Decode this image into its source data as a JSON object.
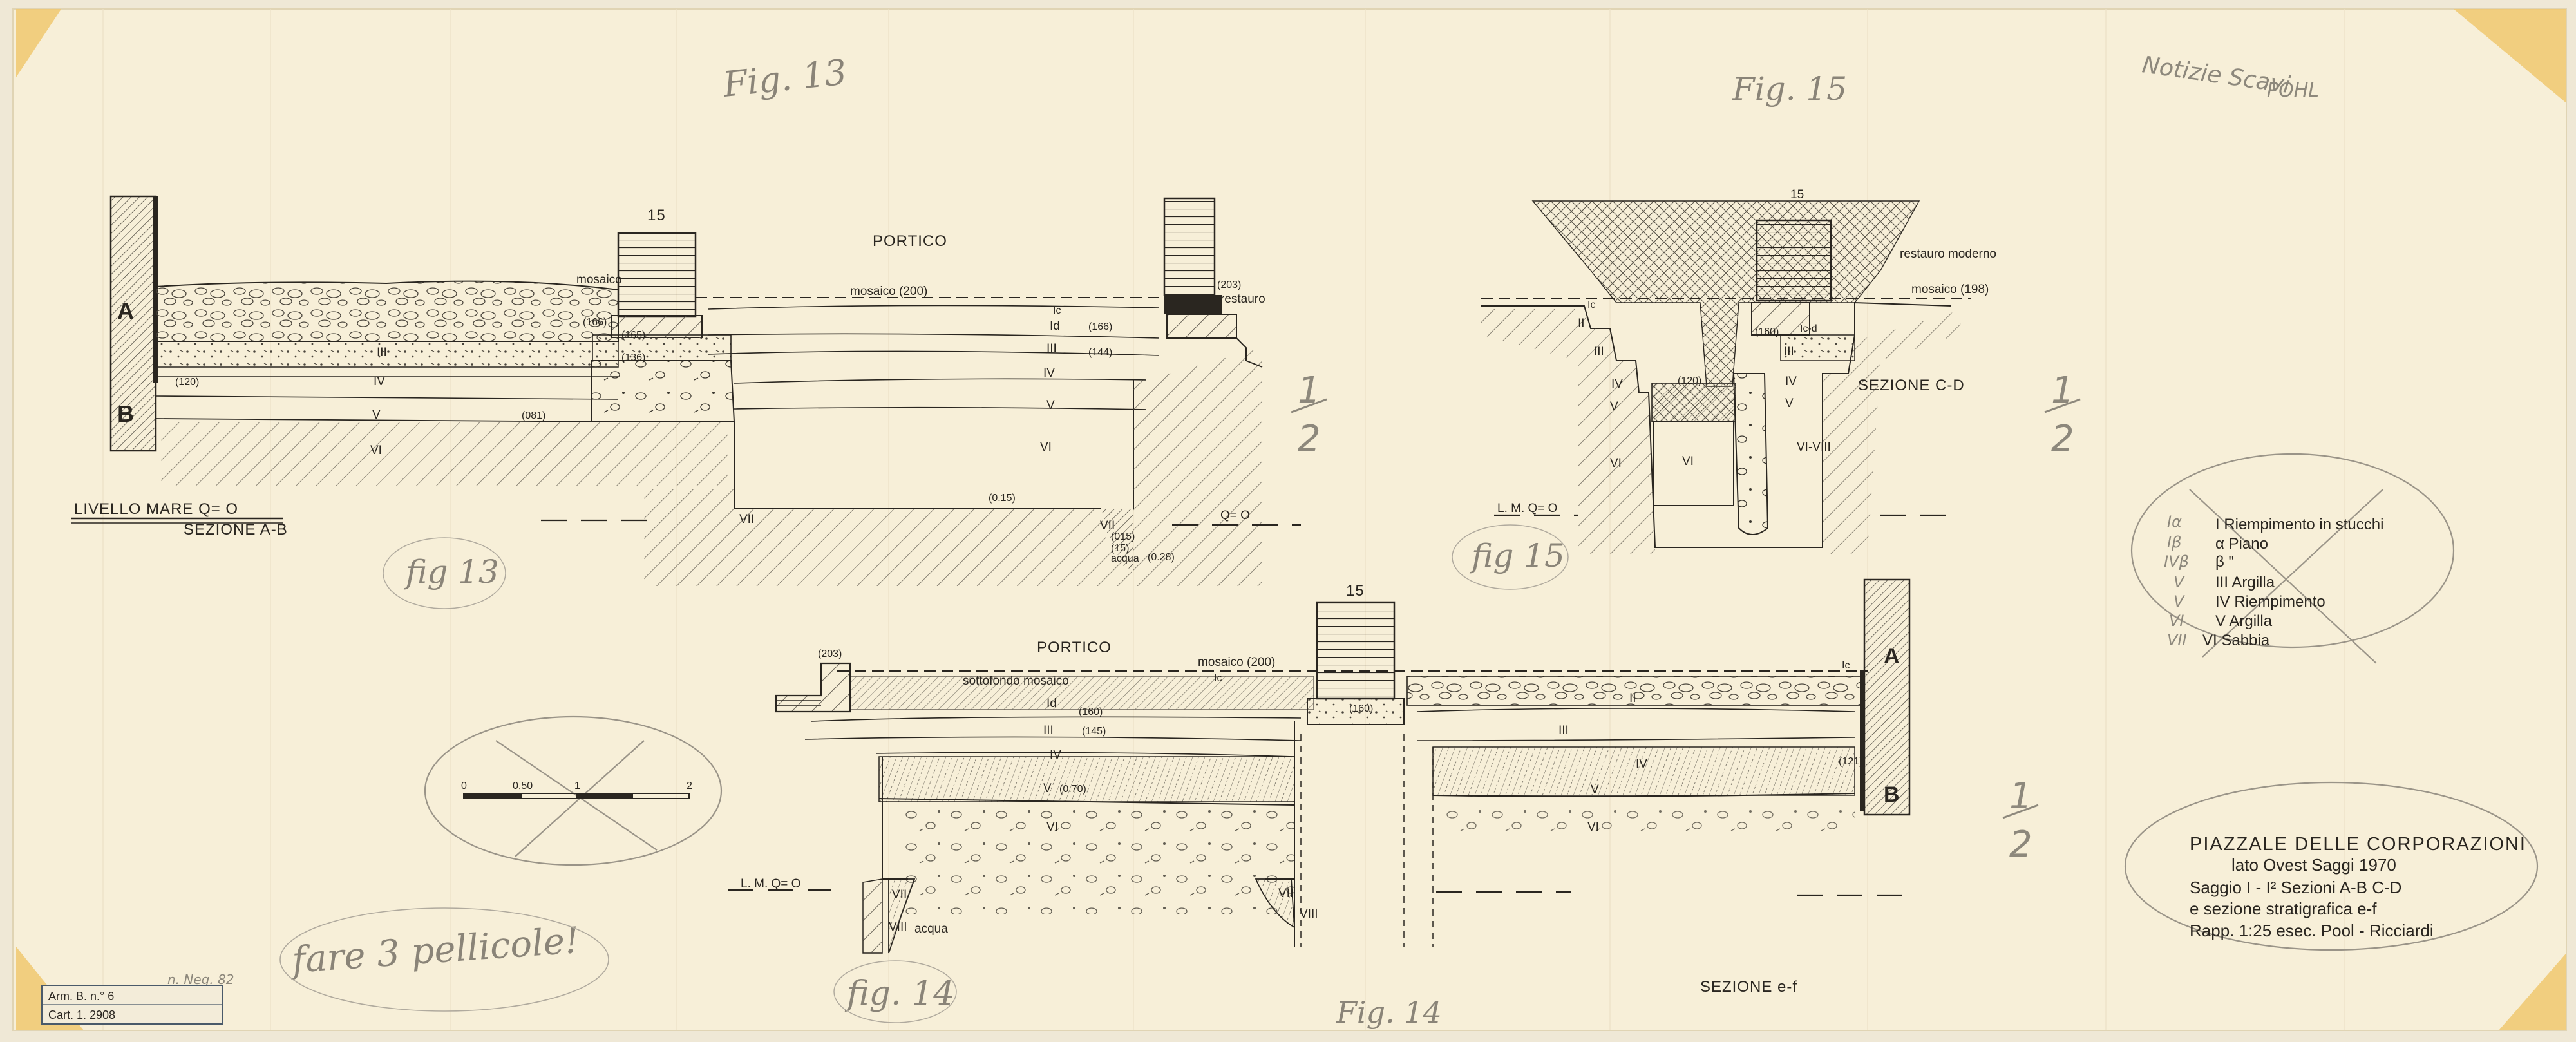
{
  "colors": {
    "paper": "#f7efd8",
    "ink": "#2a2620",
    "pencil": "#8a8478",
    "tape": "#f0c870"
  },
  "handwriting": {
    "fig13_top": "Fig. 13",
    "fig15_top": "Fig. 15",
    "fig13_mid": "fig 13",
    "fig15_mid": "fig 15",
    "fig14_bottom": "fig. 14",
    "fig14_foot": "Fig. 14",
    "top_right_1": "Notizie Scavi",
    "top_right_2": "POHL",
    "note_bottom": "fare 3 pellicole!",
    "half_1": "1",
    "half_2": "2",
    "small_note": "n. Neg. 82"
  },
  "section_ab": {
    "title": "SEZIONE  A-B",
    "sea_level": "LIVELLO MARE  Q= O",
    "portico": "PORTICO",
    "num_15": "15",
    "mosaico_arrow": "mosaico",
    "mosaico_200": "mosaico (200)",
    "restauro": "restauro",
    "marker_a": "A",
    "marker_b": "B",
    "elev": [
      "(203)",
      "(166)",
      "(165)",
      "(136)",
      "(120)",
      "(081)",
      "(166)",
      "(144)",
      "(0.15)",
      "(015)",
      "(15)",
      "(0.28)"
    ],
    "layers": [
      "III",
      "IV",
      "V",
      "VI",
      "Ic",
      "Id",
      "III",
      "IV",
      "V",
      "VI",
      "VII",
      "VII"
    ],
    "acqua": "acqua",
    "q0": "Q= O"
  },
  "section_cd": {
    "title": "SEZIONE  C-D",
    "num_15": "15",
    "restauro_moderno": "restauro moderno",
    "mosaico_198": "mosaico (198)",
    "lm": "L. M.  Q= O",
    "elev": [
      "(160)",
      "(120)"
    ],
    "layers": [
      "Ic",
      "II",
      "III",
      "IV",
      "V",
      "VI",
      "Ic-d",
      "III",
      "IV",
      "V",
      "VI-VIII",
      "VI"
    ]
  },
  "legend": {
    "items": [
      "I  Riempimento in stucchi",
      "  α  Piano",
      "  β   \"",
      "III  Argilla",
      "IV  Riempimento",
      "V  Argilla",
      "VI  Sabbia"
    ],
    "side": [
      "Iα",
      "Iβ",
      "IVβ",
      "V",
      "V",
      "VI",
      "VII"
    ]
  },
  "section_ef": {
    "title": "SEZIONE  e-f",
    "portico": "PORTICO",
    "num_15": "15",
    "mosaico_200": "mosaico (200)",
    "sottofondo": "sottofondo mosaico",
    "lm": "L. M.  Q= O",
    "marker_a": "A",
    "marker_b": "B",
    "elev": [
      "(203)",
      "(160)",
      "(145)",
      "(0.70)",
      "(160)",
      "(121)"
    ],
    "layers": [
      "Ic",
      "Id",
      "III",
      "IV",
      "V",
      "VI",
      "VII",
      "VIII",
      "VIII",
      "VII",
      "Ic",
      "II",
      "III",
      "IV",
      "V",
      "VI"
    ],
    "acqua": "acqua"
  },
  "scale_bar": {
    "labels": [
      "0",
      "0,50",
      "1",
      "2"
    ]
  },
  "title_block": {
    "lines": [
      "PIAZZALE  DELLE  CORPORAZIONI",
      "lato  Ovest        Saggi  1970",
      "Saggio I - I²   Sezioni A-B  C-D",
      "e sezione stratigrafica e-f",
      "Rapp. 1:25  esec.  Pool - Ricciardi"
    ]
  },
  "archive_label": {
    "line1": "Arm. B.   n.° 6",
    "line2": "Cart. 1.      2908"
  }
}
